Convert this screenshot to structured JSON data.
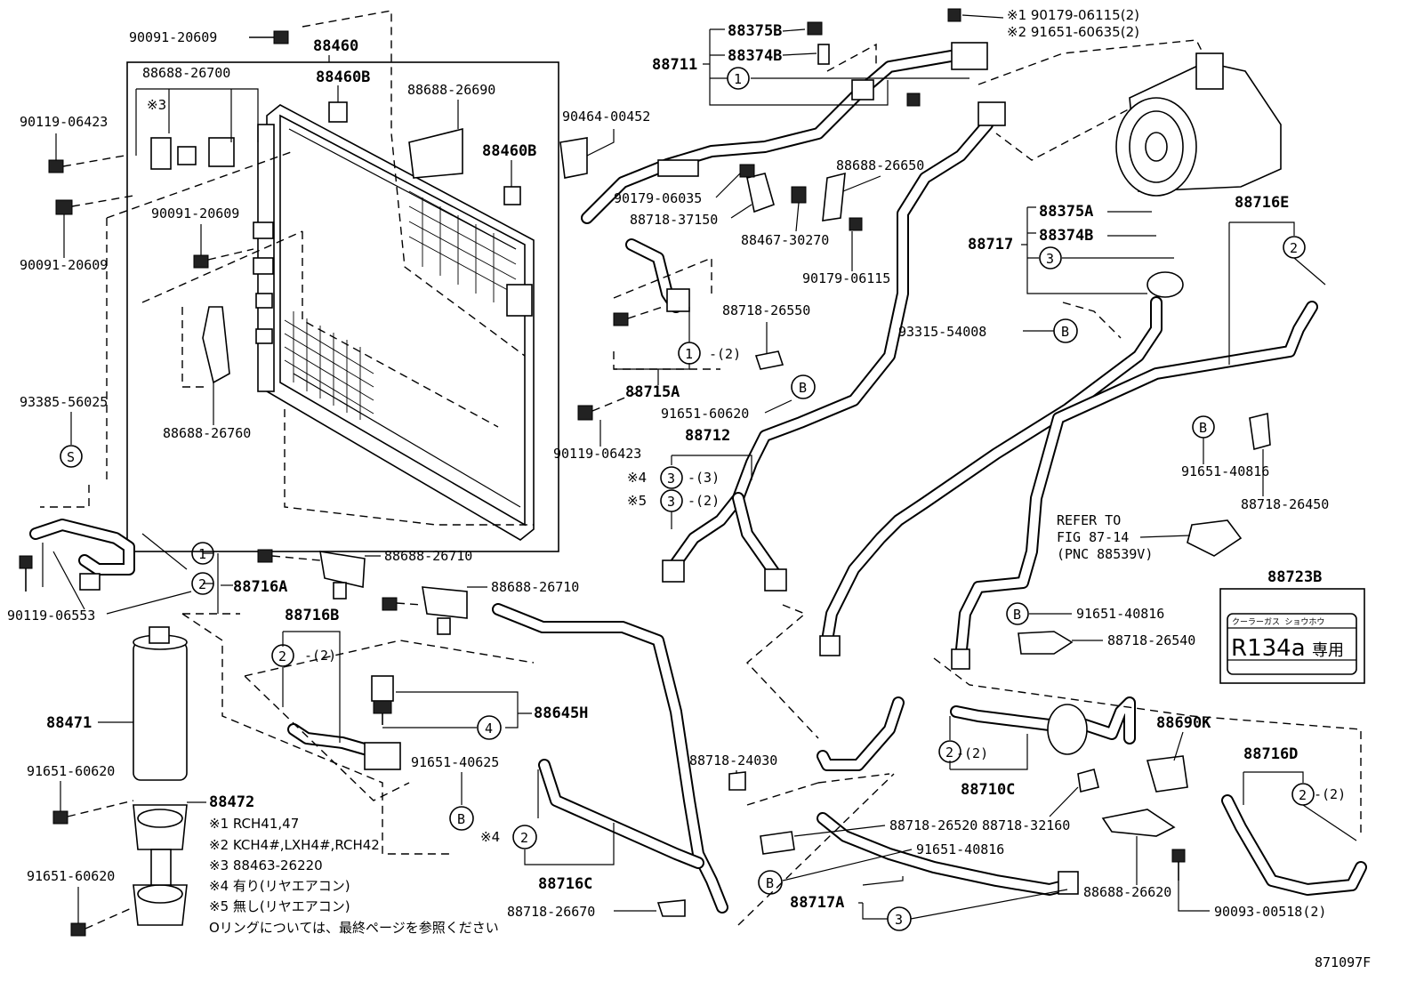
{
  "figure_id": "871097F",
  "parts": {
    "p90091_20609_top": "90091-20609",
    "p88460": "88460",
    "p88688_26700": "88688-26700",
    "p88460B": "88460B",
    "p88688_26690": "88688-26690",
    "note3_mark": "※3",
    "p90119_06423_left": "90119-06423",
    "p88460B_2": "88460B",
    "p90091_20609_mid": "90091-20609",
    "p90091_20609_left": "90091-20609",
    "p88688_26760": "88688-26760",
    "p93385_56025": "93385-56025",
    "p88716A": "88716A",
    "p90119_06553": "90119-06553",
    "p88688_26710_a": "88688-26710",
    "p88688_26710_b": "88688-26710",
    "p88716B": "88716B",
    "p88471": "88471",
    "p91651_60620_a": "91651-60620",
    "p88472": "88472",
    "p91651_60620_b": "91651-60620",
    "p88645H": "88645H",
    "p91651_40625": "91651-40625",
    "p88716C": "88716C",
    "p88718_26670": "88718-26670",
    "p88375B": "88375B",
    "p88374B": "88374B",
    "p88711": "88711",
    "note1_part": "※1 90179-06115(2)",
    "note2_part": "※2 91651-60635(2)",
    "p90464_00452": "90464-00452",
    "p90179_06035": "90179-06035",
    "p88718_37150": "88718-37150",
    "p88688_26650": "88688-26650",
    "p88467_30270": "88467-30270",
    "p90179_06115": "90179-06115",
    "p88718_26550": "88718-26550",
    "p88715A": "88715A",
    "p91651_60620_c": "91651-60620",
    "p90119_06423_mid": "90119-06423",
    "p88712": "88712",
    "note4_mark": "※4",
    "note5_mark": "※5",
    "qty_3": "-(3)",
    "qty_2": "-(2)",
    "p88375A": "88375A",
    "p88374B_2": "88374B",
    "p88717": "88717",
    "p93315_54008": "93315-54008",
    "p88716E": "88716E",
    "p91651_40816_a": "91651-40816",
    "p88718_26450": "88718-26450",
    "refer_1": "REFER TO",
    "refer_2": "FIG 87-14",
    "refer_3": "(PNC 88539V)",
    "p88723B": "88723B",
    "p91651_40816_b": "91651-40816",
    "p88718_26540": "88718-26540",
    "p88690K": "88690K",
    "p88716D": "88716D",
    "p88710C": "88710C",
    "p88718_24030": "88718-24030",
    "p88718_26520": "88718-26520",
    "p88718_32160": "88718-32160",
    "p91651_40816_c": "91651-40816",
    "p88717A": "88717A",
    "p88688_26620": "88688-26620",
    "p90093_00518": "90093-00518(2)"
  },
  "circles": {
    "c1": "1",
    "c2": "2",
    "c3": "3",
    "c4": "4",
    "cB": "B",
    "cS": "S"
  },
  "notes": [
    "※1   RCH41,47",
    "※2   KCH4#,LXH4#,RCH42",
    "※3    88463-26220",
    "※4   有り(リヤエアコン)",
    "※5   無し(リヤエアコン)",
    "Oリングについては、最終ページを参照ください"
  ],
  "label_card": {
    "top_text": "クーラーガス  ショウホウ",
    "main": "R134a",
    "main_jp": "専用"
  }
}
